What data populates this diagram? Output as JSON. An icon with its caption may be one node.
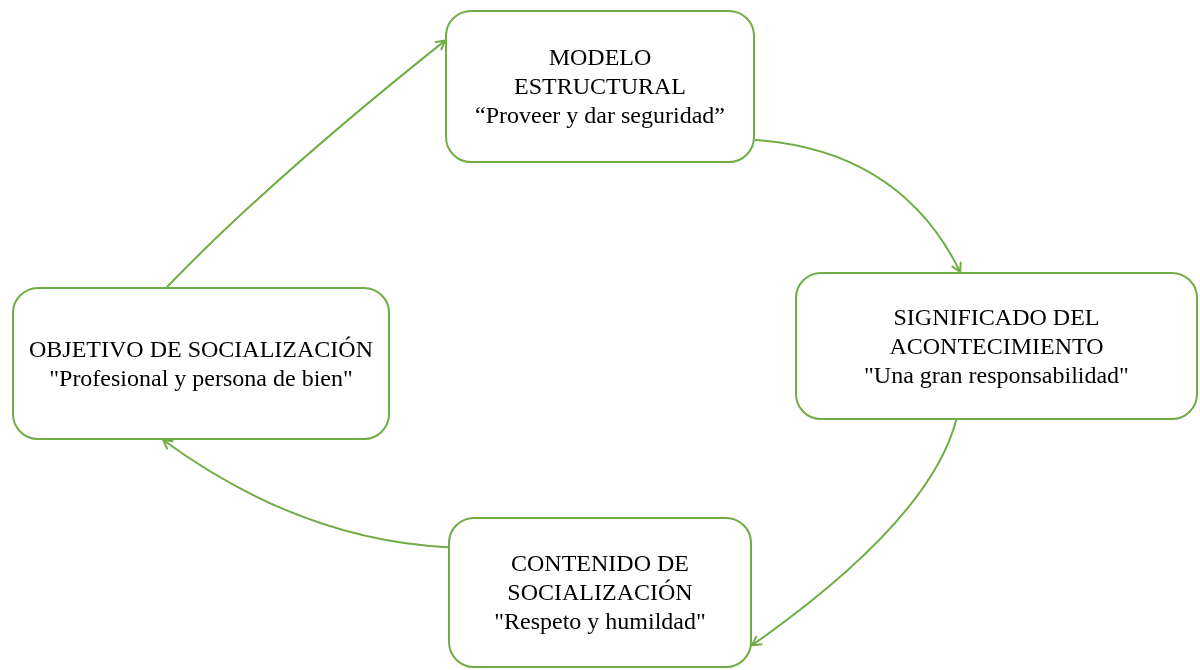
{
  "diagram": {
    "nodes": [
      {
        "text": [
          "MODELO ESTRUCTURAL",
          "“Proveer y dar seguridad”"
        ]
      },
      {
        "text": [
          "SIGNIFICADO DEL ACONTECIMIENTO",
          "\"Una gran responsabilidad\""
        ]
      },
      {
        "text": [
          "CONTENIDO DE SOCIALIZACIÓN",
          "\"Respeto y humildad\""
        ]
      },
      {
        "text": [
          "OBJETIVO DE SOCIALIZACIÓN",
          "\"Profesional y persona de bien\""
        ]
      }
    ],
    "edges": [
      {
        "from": 0,
        "to": 1,
        "arrow": "to"
      },
      {
        "from": 1,
        "to": 2,
        "arrow": "to"
      },
      {
        "from": 2,
        "to": 3,
        "arrow": "to"
      },
      {
        "from": 3,
        "to": 0,
        "arrow": "to"
      }
    ]
  }
}
